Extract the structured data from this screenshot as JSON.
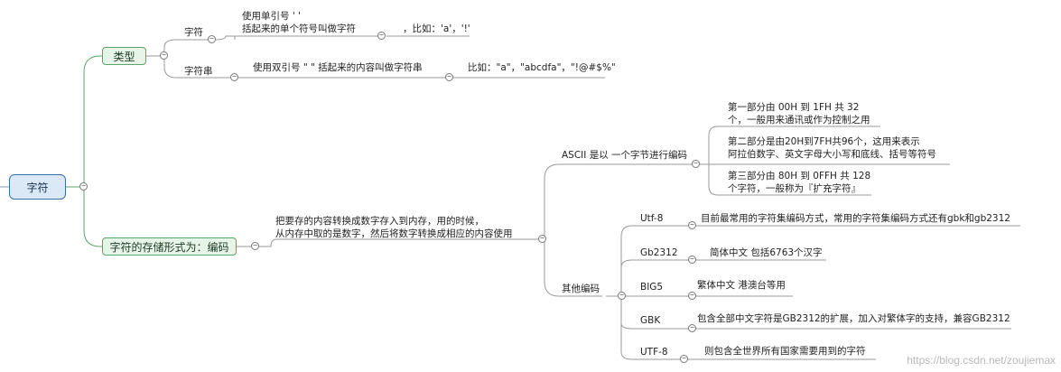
{
  "root": {
    "label": "字符"
  },
  "type_node": {
    "label": "类型",
    "char": {
      "label": "字符",
      "desc": "使用单引号 ' '\n括起来的单个符号叫做字符",
      "example": "，比如：'a'，'!'"
    },
    "string": {
      "label": "字符串",
      "desc": "使用双引号 \" \" 括起来的内容叫做字符串",
      "example": "比如：\"a\"，\"abcdfa\"，\"!@#$%\""
    }
  },
  "storage_node": {
    "label": "字符的存储形式为：编码",
    "desc": "把要存的内容转换成数字存入到内存，用的时候，\n从内存中取的是数字，然后将数字转换成相应的内容使用",
    "ascii": {
      "label": "ASCII 是以 一个字节进行编码",
      "parts": [
        "第一部分由 00H 到 1FH 共 32\n个，一般用来通讯或作为控制之用",
        "第二部分是由20H到7FH共96个，这用来表示\n阿拉伯数字、英文字母大小写和底线、括号等符号",
        "第三部分由 80H 到 0FFH 共 128\n个字符，一般称为『扩充字符』"
      ]
    },
    "other": {
      "label": "其他编码",
      "items": [
        {
          "name": "Utf-8",
          "desc": "目前最常用的字符集编码方式，常用的字符集编码方式还有gbk和gb2312"
        },
        {
          "name": "Gb2312",
          "desc": "简体中文 包括6763个汉字"
        },
        {
          "name": "BIG5",
          "desc": "繁体中文 港澳台等用"
        },
        {
          "name": "GBK",
          "desc": "包含全部中文字符是GB2312的扩展，加入对繁体字的支持，兼容GB2312"
        },
        {
          "name": "UTF-8",
          "desc": "则包含全世界所有国家需要用到的字符"
        }
      ]
    }
  },
  "watermark": "https://blog.csdn.net/zoujiemax",
  "colors": {
    "root_fill": "#dbe8f6",
    "root_border": "#3b6fa6",
    "category_fill": "#e6f5e8",
    "category_border": "#5aa56b",
    "line": "#9a9a9a"
  }
}
